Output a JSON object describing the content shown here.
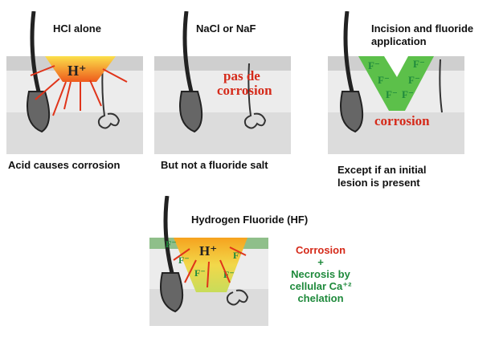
{
  "panels": {
    "hcl": {
      "title": "HCl alone",
      "caption": "Acid causes corrosion",
      "ion": "H⁺"
    },
    "salt": {
      "title": "NaCl or NaF",
      "caption": "But not a fluoride salt",
      "overlay_line1": "pas de",
      "overlay_line2": "corrosion"
    },
    "incision": {
      "title_line1": "Incision and fluoride",
      "title_line2": "application",
      "caption_line1": "Except if an initial",
      "caption_line2": "lesion is present",
      "ion": "F⁻",
      "overlay": "corrosion"
    },
    "hf": {
      "title": "Hydrogen Fluoride (HF)",
      "ion_h": "H⁺",
      "ion_f": "F⁻"
    }
  },
  "legend": {
    "corrosion": "Corrosion",
    "plus": "+",
    "necrosis_line1": "Necrosis by",
    "necrosis_line2": "cellular Ca⁺²",
    "necrosis_line3": "chelation"
  },
  "colors": {
    "corrosion_red": "#d52a1a",
    "necrosis_green": "#1f8a3c",
    "acid_orange": "#f39a1e",
    "fluoride_green": "#3fae3a"
  }
}
